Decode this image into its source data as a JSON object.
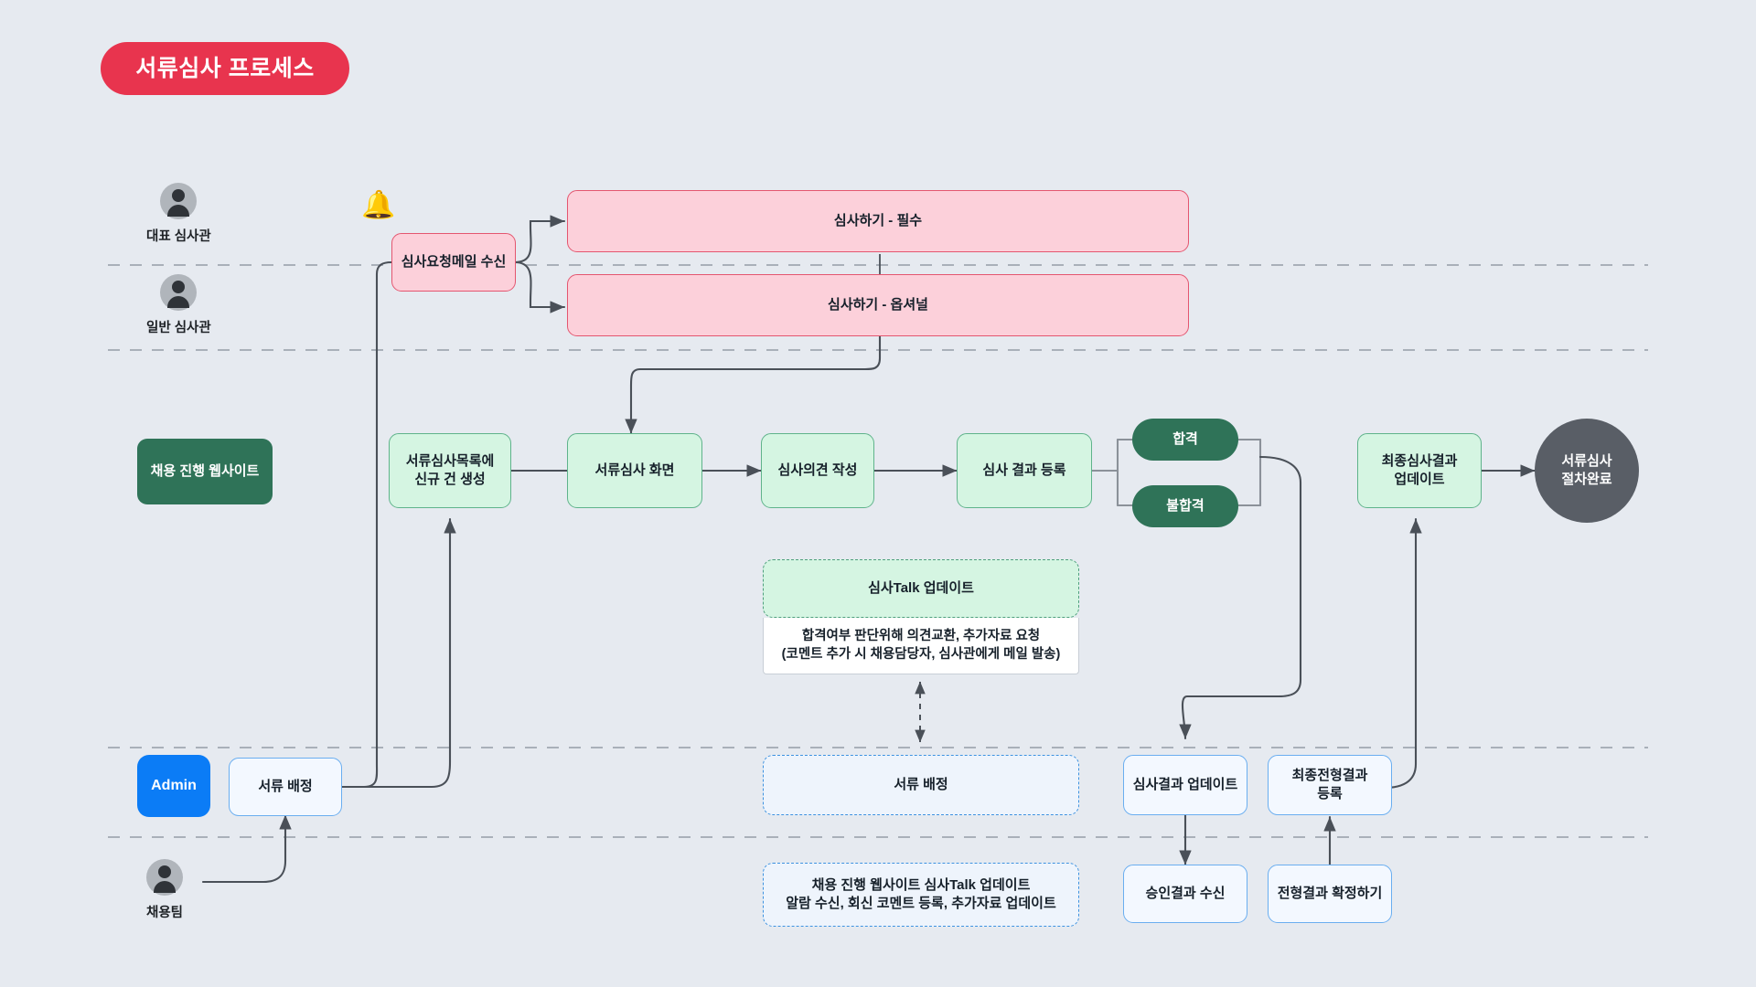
{
  "diagram": {
    "title": "서류심사 프로세스",
    "accent_color": "#e8344e",
    "background_color": "#e6eaf0",
    "type": "swimlane-flowchart"
  },
  "lanes": [
    {
      "id": "lane-lead-reviewer",
      "actor": "대표 심사관",
      "icon": "person-avatar-icon"
    },
    {
      "id": "lane-general-reviewer",
      "actor": "일반 심사관",
      "icon": "person-avatar-icon"
    },
    {
      "id": "lane-website",
      "actor": "채용 진행 웹사이트",
      "icon": "none"
    },
    {
      "id": "lane-admin",
      "actor": "Admin",
      "icon": "none"
    },
    {
      "id": "lane-hr-team",
      "actor": "채용팀",
      "icon": "person-avatar-icon"
    }
  ],
  "nodes": {
    "bell": {
      "icon": "bell-notification-icon",
      "glyph": "🔔"
    },
    "mail_receive": {
      "label": "심사요청메일 수신",
      "style": "pink"
    },
    "review_required": {
      "label": "심사하기 - 필수",
      "style": "pink"
    },
    "review_optional": {
      "label": "심사하기 - 옵셔널",
      "style": "pink"
    },
    "website_tag": {
      "label": "채용 진행 웹사이트",
      "style": "dark-green-tag"
    },
    "create_new_case": {
      "label": "서류심사목록에\n신규 건 생성",
      "line1": "서류심사목록에",
      "line2": "신규 건 생성",
      "style": "green"
    },
    "review_screen": {
      "label": "서류심사 화면",
      "style": "green"
    },
    "write_opinion": {
      "label": "심사의견 작성",
      "style": "green"
    },
    "register_result": {
      "label": "심사 결과 등록",
      "style": "green"
    },
    "pass": {
      "label": "합격",
      "style": "dark-green-pill"
    },
    "fail": {
      "label": "불합격",
      "style": "dark-green-pill"
    },
    "final_result_update": {
      "line1": "최종심사결과",
      "line2": "업데이트",
      "style": "green"
    },
    "process_complete": {
      "line1": "서류심사",
      "line2": "절차완료",
      "style": "gray-circle"
    },
    "talk_update": {
      "label": "심사Talk 업데이트",
      "style": "dashed-green"
    },
    "talk_note": {
      "line1": "합격여부 판단위해 의견교환, 추가자료 요청",
      "line2": "(코멘트 추가 시 채용담당자, 심사관에게 메일 발송)",
      "style": "white-note"
    },
    "admin_tag": {
      "label": "Admin",
      "style": "blue-tag"
    },
    "doc_assign_admin": {
      "label": "서류 배정",
      "style": "blue"
    },
    "doc_assign_web": {
      "label": "서류 배정",
      "style": "dashed-blue"
    },
    "review_result_update": {
      "label": "심사결과 업데이트",
      "style": "blue"
    },
    "final_stage_register": {
      "line1": "최종전형결과",
      "line2": "등록",
      "style": "blue"
    },
    "approval_receive": {
      "label": "승인결과 수신",
      "style": "blue"
    },
    "stage_confirm": {
      "label": "전형결과 확정하기",
      "style": "blue"
    },
    "web_talk_note": {
      "line1": "채용 진행 웹사이트 심사Talk 업데이트",
      "line2": "알람 수신, 회신 코멘트 등록, 추가자료 업데이트",
      "style": "dashed-blue"
    }
  },
  "colors": {
    "pink_fill": "#fcd0da",
    "pink_border": "#e4566f",
    "green_fill": "#d5f5e2",
    "green_border": "#5fb38b",
    "dark_green": "#2f7358",
    "blue_fill": "#f3f8ff",
    "blue_border": "#6aaef0",
    "admin_blue": "#0b7cf6",
    "gray_circle": "#595e66",
    "lane_divider": "#a9b0b9",
    "connector": "#4a5058"
  }
}
